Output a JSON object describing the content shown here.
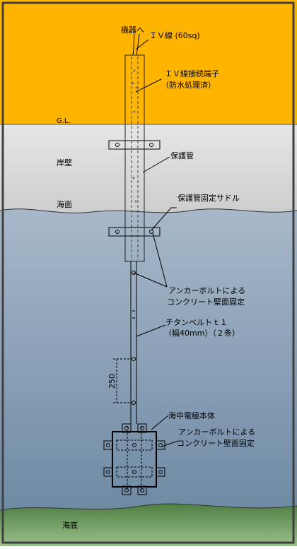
{
  "labels": {
    "to_equipment": "機器へ",
    "iv_wire": "ＩＶ線 (60sq)",
    "iv_terminal_line1": "ＩＶ線接続端子",
    "iv_terminal_line2": "（防水処理済）",
    "gl": "G.L.",
    "quay_wall": "岸壁",
    "protective_pipe": "保護管",
    "sea_surface": "海面",
    "pipe_saddle": "保護管固定サドル",
    "anchor_bolt_upper_line1": "アンカーボルトによる",
    "anchor_bolt_upper_line2": "コンクリート壁面固定",
    "titanium_belt_line1": "チタンベルトｔ１",
    "titanium_belt_line2": "（幅40mm）（２条）",
    "dimension_250": "250",
    "electrode_body": "海中電極本体",
    "anchor_bolt_lower_line1": "アンカーボルトによる",
    "anchor_bolt_lower_line2": "コンクリート壁面固定",
    "seabed": "海底"
  },
  "colors": {
    "ground": "#FFB400",
    "quay": "#DADADA",
    "sea_top": "#A6B6C8",
    "sea_bottom": "#6E8AA4",
    "seabed_top": "#5E8C4E",
    "seabed_bottom": "#8EB47E",
    "frame": "#404040"
  }
}
